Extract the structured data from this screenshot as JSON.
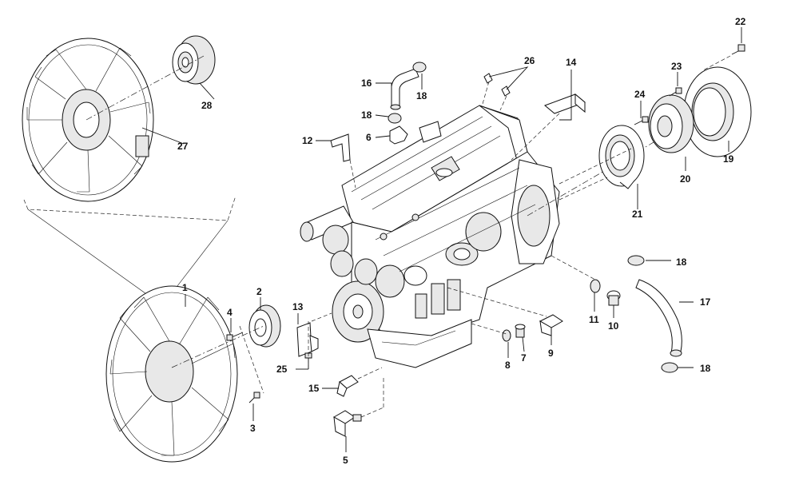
{
  "callouts": {
    "n1": "1",
    "n2": "2",
    "n3": "3",
    "n4": "4",
    "n5": "5",
    "n6": "6",
    "n7": "7",
    "n8": "8",
    "n9": "9",
    "n10": "10",
    "n11": "11",
    "n12": "12",
    "n13": "13",
    "n14": "14",
    "n15": "15",
    "n16": "16",
    "n17": "17",
    "n18a": "18",
    "n18b": "18",
    "n18c": "18",
    "n18d": "18",
    "n19": "19",
    "n20": "20",
    "n21": "21",
    "n22": "22",
    "n23": "23",
    "n24": "24",
    "n25": "25",
    "n26": "26",
    "n27": "27",
    "n28": "28"
  },
  "colors": {
    "line": "#111111",
    "fill_light": "#e8e8e8",
    "background": "#ffffff"
  }
}
